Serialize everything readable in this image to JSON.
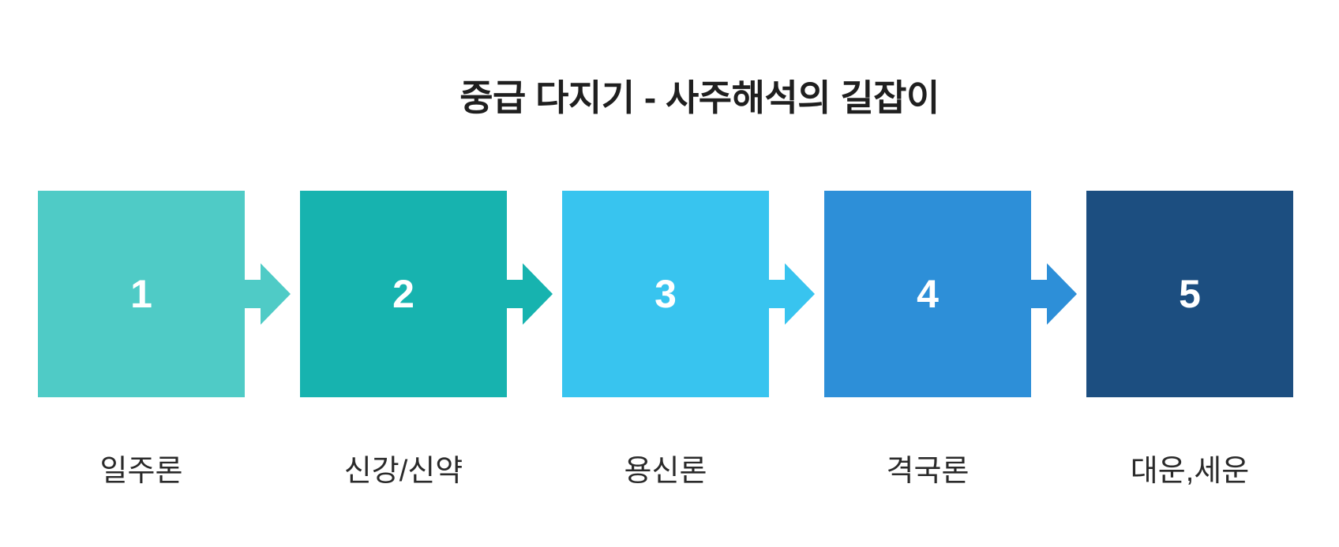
{
  "title": {
    "text": "중급 다지기 - 사주해석의 길잡이",
    "color": "#1f1f1f"
  },
  "steps": [
    {
      "number": "1",
      "label": "일주론",
      "color": "#4FCBC6"
    },
    {
      "number": "2",
      "label": "신강/신약",
      "color": "#17B3AF"
    },
    {
      "number": "3",
      "label": "용신론",
      "color": "#38C4EF"
    },
    {
      "number": "4",
      "label": "격국론",
      "color": "#2D8FD8"
    },
    {
      "number": "5",
      "label": "대운,세운",
      "color": "#1C4E80"
    }
  ],
  "colors": {
    "background": "#ffffff",
    "number_text": "#ffffff",
    "label_text": "#2a2a2a"
  }
}
